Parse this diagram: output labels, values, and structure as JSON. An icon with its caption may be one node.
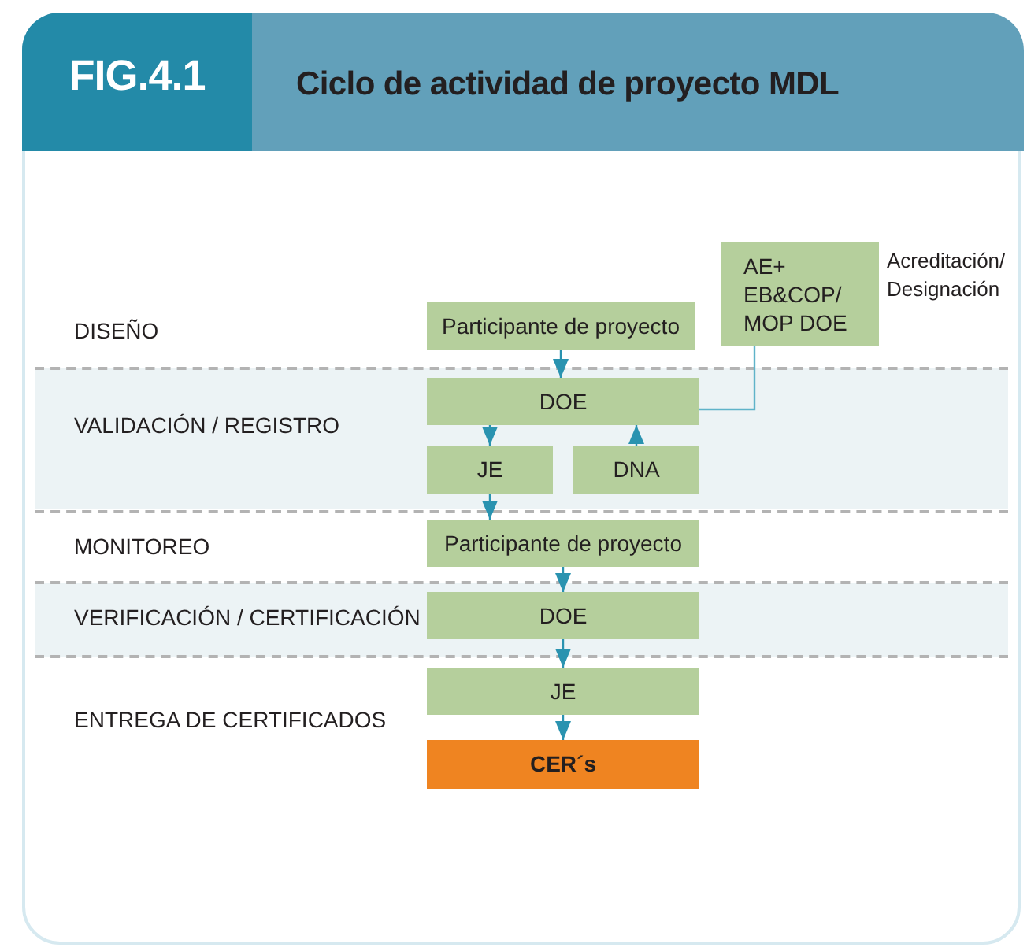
{
  "diagram": {
    "title": "Ciclo de actividad de proyecto MDL",
    "nodes": [
      {
        "text": [
          "Participante de proyecto"
        ]
      },
      {
        "text": [
          "AE+ EB&COP/ MOP DOE"
        ],
        "beside": [
          "Acreditación/ Designación"
        ]
      },
      {
        "text": [
          "DOE"
        ]
      },
      {
        "text": [
          "JE"
        ]
      },
      {
        "text": [
          "DNA"
        ]
      },
      {
        "text": [
          "Participante de proyecto"
        ]
      },
      {
        "text": [
          "DOE"
        ]
      },
      {
        "text": [
          "JE"
        ]
      },
      {
        "text": [
          "CER´s"
        ]
      }
    ],
    "edges": [
      {
        "from": 0,
        "to": 2,
        "arrow": "to"
      },
      {
        "from": 1,
        "to": 2,
        "arrow": "none"
      },
      {
        "from": 2,
        "to": 3,
        "arrow": "to"
      },
      {
        "from": 4,
        "to": 2,
        "arrow": "to"
      },
      {
        "from": 3,
        "to": 5,
        "arrow": "to"
      },
      {
        "from": 5,
        "to": 6,
        "arrow": "to"
      },
      {
        "from": 6,
        "to": 7,
        "arrow": "to"
      },
      {
        "from": 7,
        "to": 8,
        "arrow": "to"
      }
    ],
    "labels": [
      "FIG.4.1",
      "DISEÑO",
      "VALIDACIÓN / REGISTRO",
      "MONITOREO",
      "VERIFICACIÓN / CERTIFICACIÓN",
      "ENTREGA DE CERTIFICADOS"
    ]
  }
}
